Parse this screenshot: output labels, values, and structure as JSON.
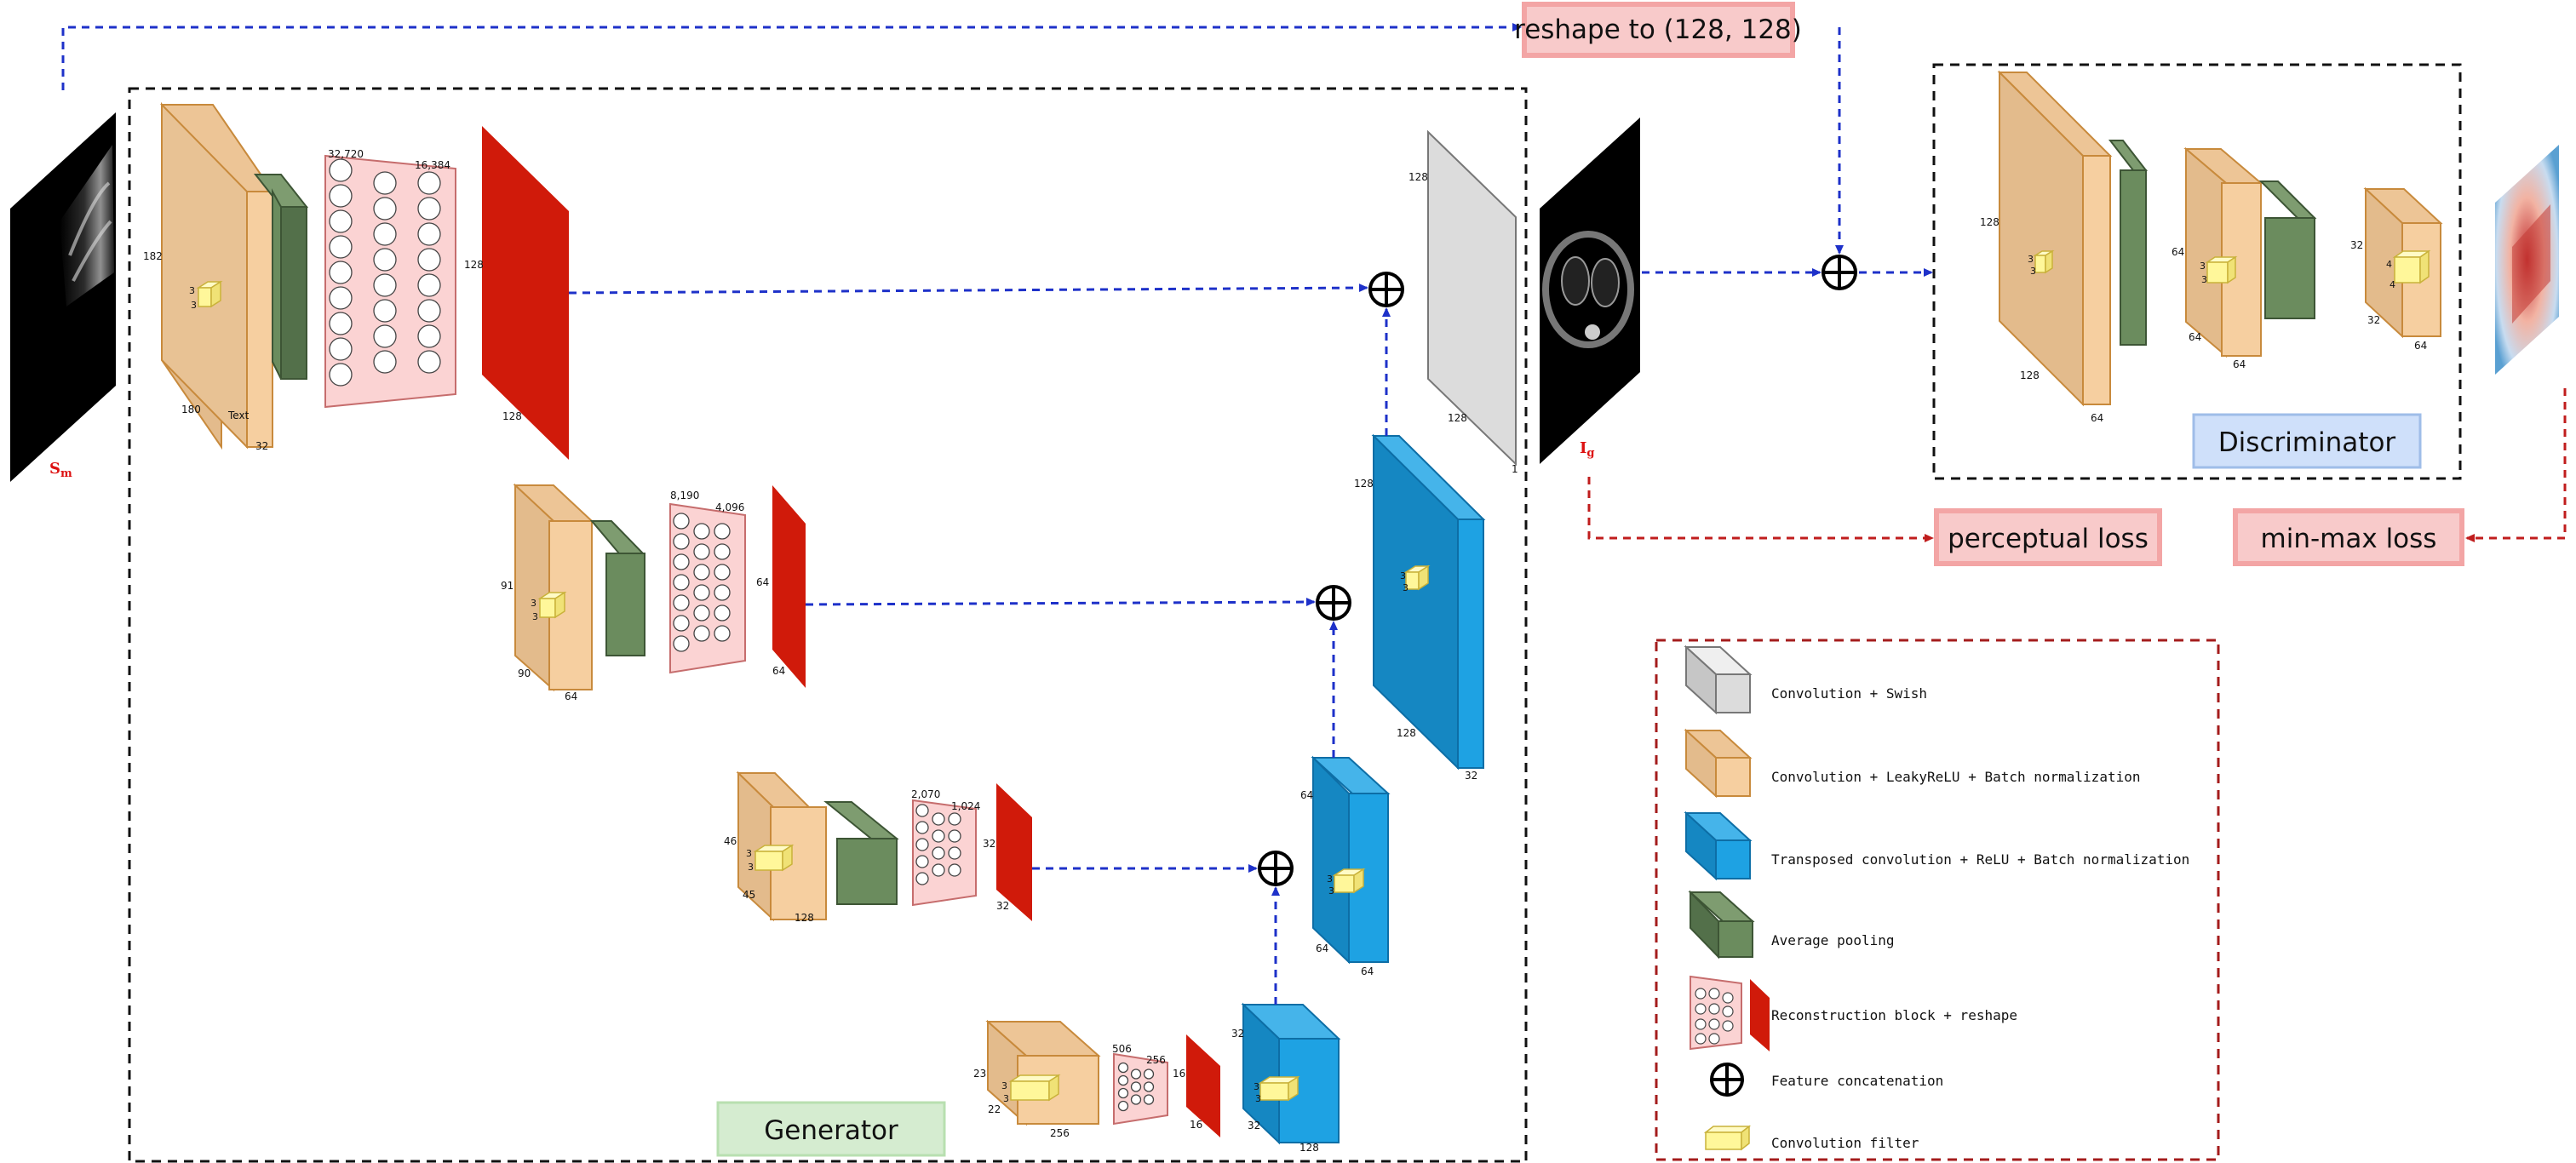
{
  "generator": {
    "label": "Generator",
    "levels": [
      {
        "input_h": "182",
        "input_w": "180",
        "input_c": "32",
        "inner_text": "Text",
        "filter": [
          "3",
          "3"
        ],
        "rb_in": "32,720",
        "rb_out": "16,384",
        "reshape_h": "128",
        "reshape_w": "128"
      },
      {
        "input_h": "91",
        "input_w": "90",
        "input_c": "64",
        "filter": [
          "3",
          "3"
        ],
        "rb_in": "8,190",
        "rb_out": "4,096",
        "reshape_h": "64",
        "reshape_w": "64"
      },
      {
        "input_h": "46",
        "input_w": "45",
        "input_c": "128",
        "filter": [
          "3",
          "3"
        ],
        "rb_in": "2,070",
        "rb_out": "1,024",
        "reshape_h": "32",
        "reshape_w": "32"
      },
      {
        "input_h": "23",
        "input_w": "22",
        "input_c": "256",
        "filter": [
          "3",
          "3"
        ],
        "rb_in": "506",
        "rb_out": "256",
        "reshape_h": "16",
        "reshape_w": "16"
      }
    ],
    "decoder": [
      {
        "h": "32",
        "w": "32",
        "c": "128",
        "filter": [
          "3",
          "3"
        ]
      },
      {
        "h": "64",
        "w": "64",
        "c": "64",
        "filter": [
          "3",
          "3"
        ]
      },
      {
        "h": "128",
        "w": "128",
        "c": "32",
        "filter": [
          "3",
          "3"
        ]
      }
    ],
    "output": {
      "h": "128",
      "w": "128",
      "c": "1"
    }
  },
  "inputs": {
    "sinogram_label": "S",
    "sinogram_sub": "m",
    "generated_label": "I",
    "generated_sub": "g"
  },
  "reshape_box": "reshape to (128, 128)",
  "discriminator": {
    "label": "Discriminator",
    "blocks": [
      {
        "h": "128",
        "w": "128",
        "c": "64",
        "filter": [
          "3",
          "3"
        ]
      },
      {
        "h": "64",
        "w": "64",
        "c": "64",
        "filter": [
          "3",
          "3"
        ]
      },
      {
        "h": "32",
        "w": "32",
        "c": "64",
        "filter": [
          "4",
          "4"
        ]
      }
    ]
  },
  "losses": {
    "perceptual": "perceptual loss",
    "minmax": "min-max loss"
  },
  "legend": [
    {
      "icon": "gray-cube-icon",
      "text": "Convolution + Swish"
    },
    {
      "icon": "tan-cube-icon",
      "text": "Convolution + LeakyReLU + Batch normalization"
    },
    {
      "icon": "blue-cube-icon",
      "text": "Transposed convolution + ReLU + Batch normalization"
    },
    {
      "icon": "green-cube-icon",
      "text": "Average pooling"
    },
    {
      "icon": "reconstruction-block-icon",
      "text": "Reconstruction block + reshape"
    },
    {
      "icon": "concat-icon",
      "text": "Feature concatenation"
    },
    {
      "icon": "yellow-filter-icon",
      "text": "Convolution filter"
    }
  ],
  "colors": {
    "conv_face": "#f6cfa0",
    "conv_side": "#e3bb8c",
    "conv_top": "#edc596",
    "conv_stroke": "#c88a3c",
    "pool_face": "#6b8c5e",
    "pool_side": "#53704a",
    "pool_stroke": "#3d5535",
    "tconv_face": "#1ea2e3",
    "tconv_side": "#1587c2",
    "tconv_top": "#45b4ea",
    "tconv_stroke": "#0d6ea6",
    "gray_face": "#dcdcdc",
    "gray_side": "#c6c6c6",
    "gray_stroke": "#777777",
    "reshape_red": "#d01a0a",
    "rb_fill": "#fbd3d3",
    "rb_stroke": "#c66d6d",
    "filter_fill": "#fff79a",
    "filter_stroke": "#c9b23a",
    "blue_arrow": "#1e31c9",
    "red_arrow": "#c01d1d",
    "pink_box": "#f8caca",
    "pink_border": "#f3a5a5",
    "gen_label_bg": "#d5ecd0",
    "gen_label_border": "#b8dfb0",
    "disc_label_bg": "#cfe0fa",
    "disc_label_border": "#9fbde8"
  }
}
